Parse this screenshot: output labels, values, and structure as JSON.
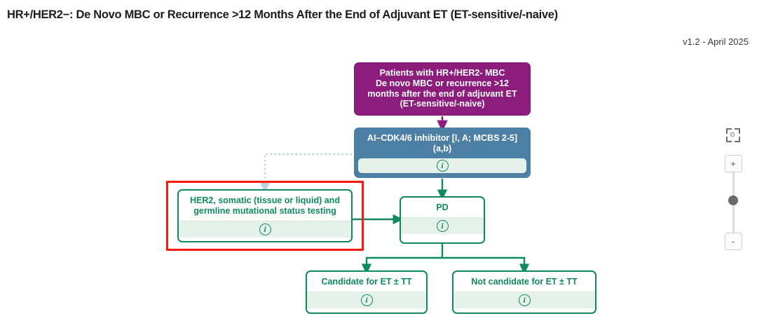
{
  "header": {
    "title": "HR+/HER2−: De Novo MBC or Recurrence >12 Months After the End of Adjuvant ET (ET-sensitive/-naive)",
    "version": "v1.2 - April 2025"
  },
  "flowchart": {
    "nodes": {
      "start": {
        "id": "patients-hr-her2-mbc",
        "kind": "start",
        "color": "#8c1d7c",
        "text_color": "#ffffff",
        "lines": [
          "Patients with HR+/HER2- MBC",
          "De novo MBC or recurrence >12",
          "months after the end of adjuvant ET",
          "(ET-sensitive/-naive)"
        ]
      },
      "treatment": {
        "id": "ai-cdk46-inhibitor",
        "kind": "treatment",
        "color": "#4c7fa4",
        "text_color": "#ffffff",
        "lines": [
          "AI–CDK4/6 inhibitor [I, A; MCBS 2-5]",
          "(a,b)"
        ],
        "info_icon": "info-icon"
      },
      "testing": {
        "id": "her2-somatic-germline-testing",
        "kind": "testing",
        "color": "#0f8a5f",
        "text_color": "#0f8a5f",
        "selected": true,
        "lines": [
          "HER2, somatic (tissue or liquid) and",
          "germline mutational status testing"
        ],
        "info_icon": "info-icon"
      },
      "progression": {
        "id": "pd",
        "kind": "outcome",
        "color": "#0f8a5f",
        "text_color": "#0f8a5f",
        "lines": [
          "PD"
        ],
        "info_icon": "info-icon"
      },
      "candidate": {
        "id": "candidate-for-et-tt",
        "kind": "outcome",
        "color": "#0f8a5f",
        "text_color": "#0f8a5f",
        "lines": [
          "Candidate for ET ± TT"
        ],
        "info_icon": "info-icon"
      },
      "not_candidate": {
        "id": "not-candidate-for-et-tt",
        "kind": "outcome",
        "color": "#0f8a5f",
        "text_color": "#0f8a5f",
        "lines": [
          "Not candidate for ET ± TT"
        ],
        "info_icon": "info-icon"
      }
    },
    "edges": [
      {
        "from": "start",
        "to": "treatment",
        "style": "solid",
        "color": "#8c1d7c"
      },
      {
        "from": "treatment",
        "to": "progression",
        "style": "solid",
        "color": "#0f8a5f"
      },
      {
        "from": "treatment",
        "to": "testing",
        "style": "dotted",
        "color": "#bcd4e0"
      },
      {
        "from": "testing",
        "to": "progression",
        "style": "solid",
        "color": "#0f8a5f"
      },
      {
        "from": "progression",
        "to": "candidate",
        "style": "solid",
        "color": "#0f8a5f"
      },
      {
        "from": "progression",
        "to": "not_candidate",
        "style": "solid",
        "color": "#0f8a5f"
      }
    ],
    "selection_color": "#fb1a12"
  },
  "zoom_controls": {
    "fit_view_icon": "fit-view-icon",
    "zoom_in_label": "+",
    "zoom_out_label": "-"
  }
}
